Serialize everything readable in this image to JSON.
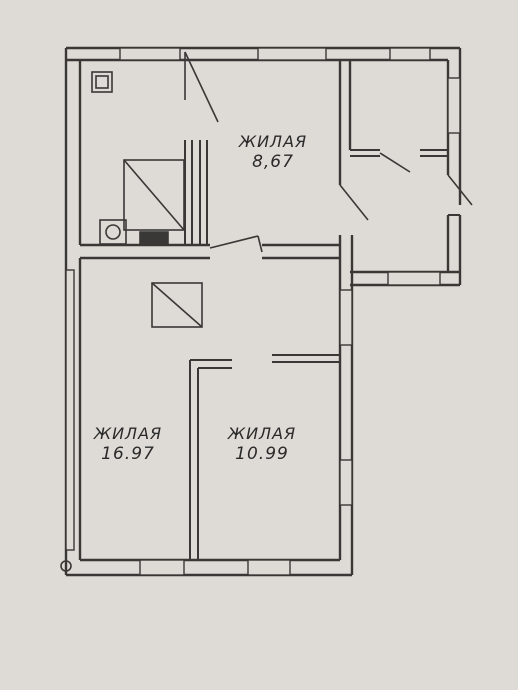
{
  "floor_plan": {
    "rooms": [
      {
        "id": "room-top",
        "name": "ЖИЛАЯ",
        "area": "8,67"
      },
      {
        "id": "room-left",
        "name": "ЖИЛАЯ",
        "area": "16.97"
      },
      {
        "id": "room-right",
        "name": "ЖИЛАЯ",
        "area": "10.99"
      }
    ],
    "colors": {
      "paper": "#dedbd6",
      "wall": "#3a3836",
      "line": "#4a4845"
    }
  }
}
